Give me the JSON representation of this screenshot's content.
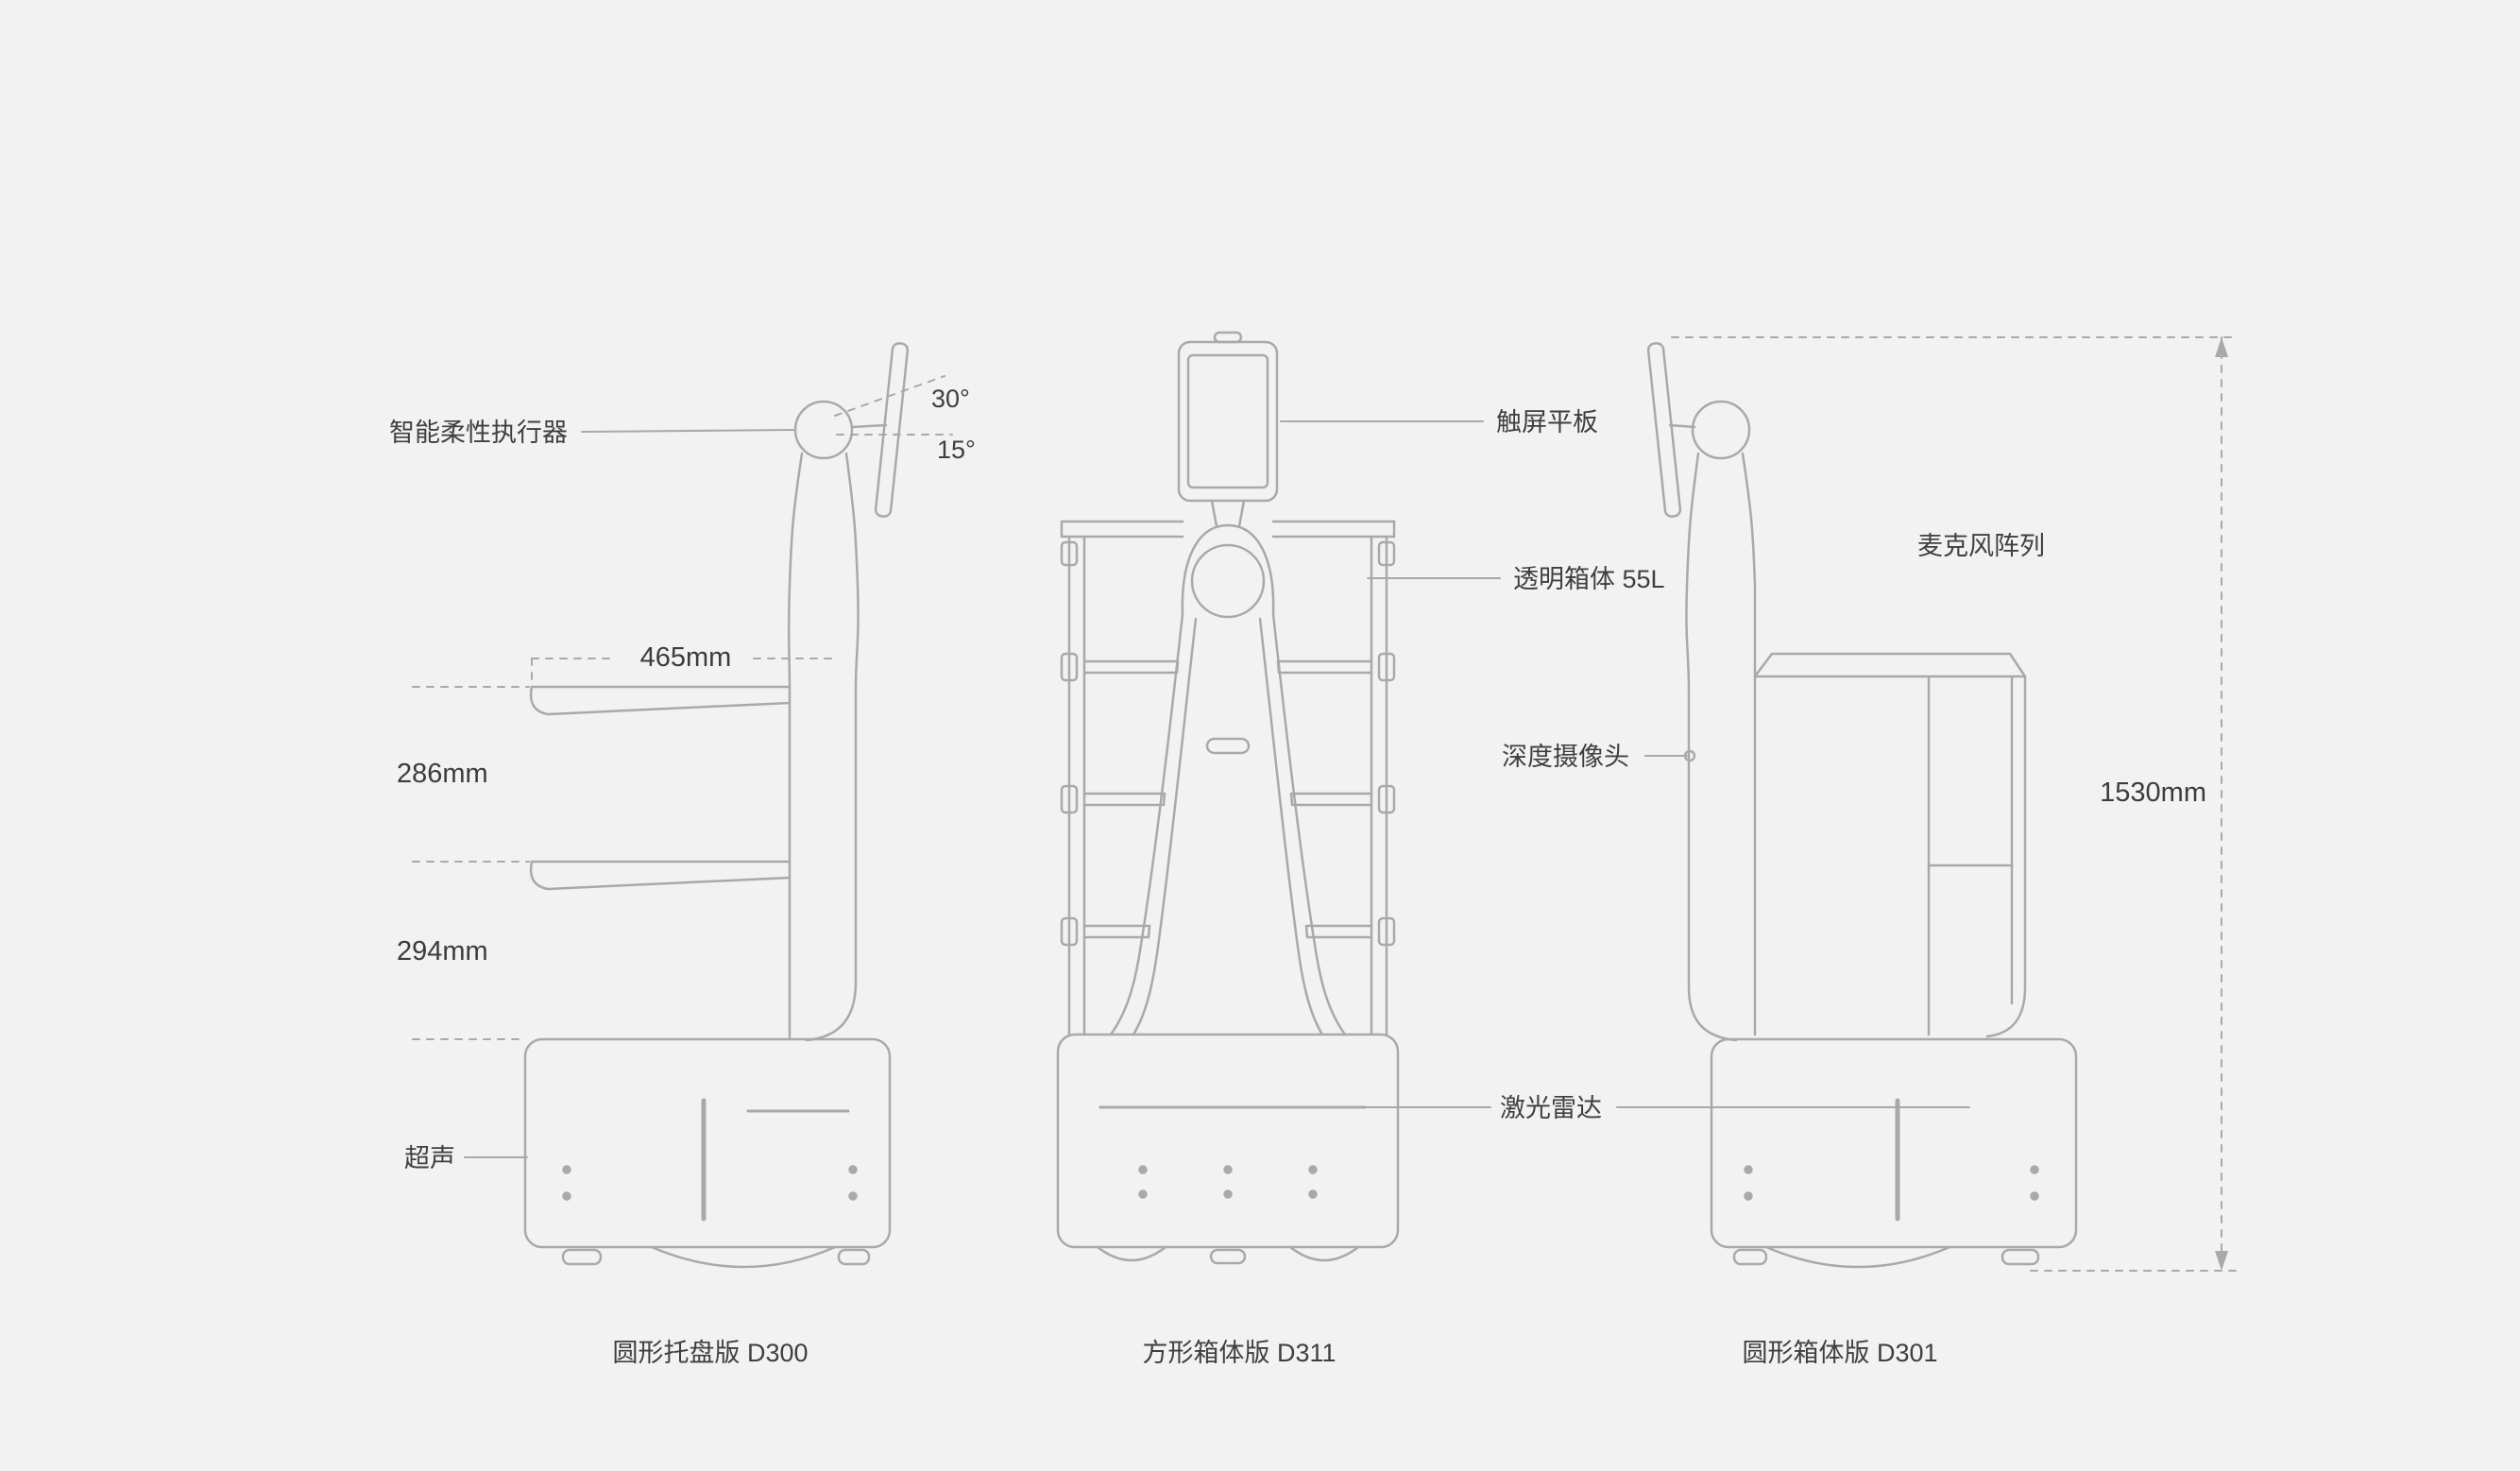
{
  "colors": {
    "background": "#f2f2f2",
    "stroke": "#a9a9a9",
    "text": "#3f3f3f"
  },
  "labels": {
    "actuator": "智能柔性执行器",
    "angle_up": "30°",
    "angle_down": "15°",
    "ultrasonic": "超声",
    "touchscreen": "触屏平板",
    "transparent_box": "透明箱体 55L",
    "depth_camera": "深度摄像头",
    "lidar": "激光雷达",
    "mic_array": "麦克风阵列"
  },
  "dims": {
    "tray_width": "465mm",
    "gap_upper": "286mm",
    "gap_lower": "294mm",
    "total_height": "1530mm"
  },
  "captions": {
    "left": "圆形托盘版 D300",
    "middle": "方形箱体版 D311",
    "right": "圆形箱体版 D301"
  }
}
